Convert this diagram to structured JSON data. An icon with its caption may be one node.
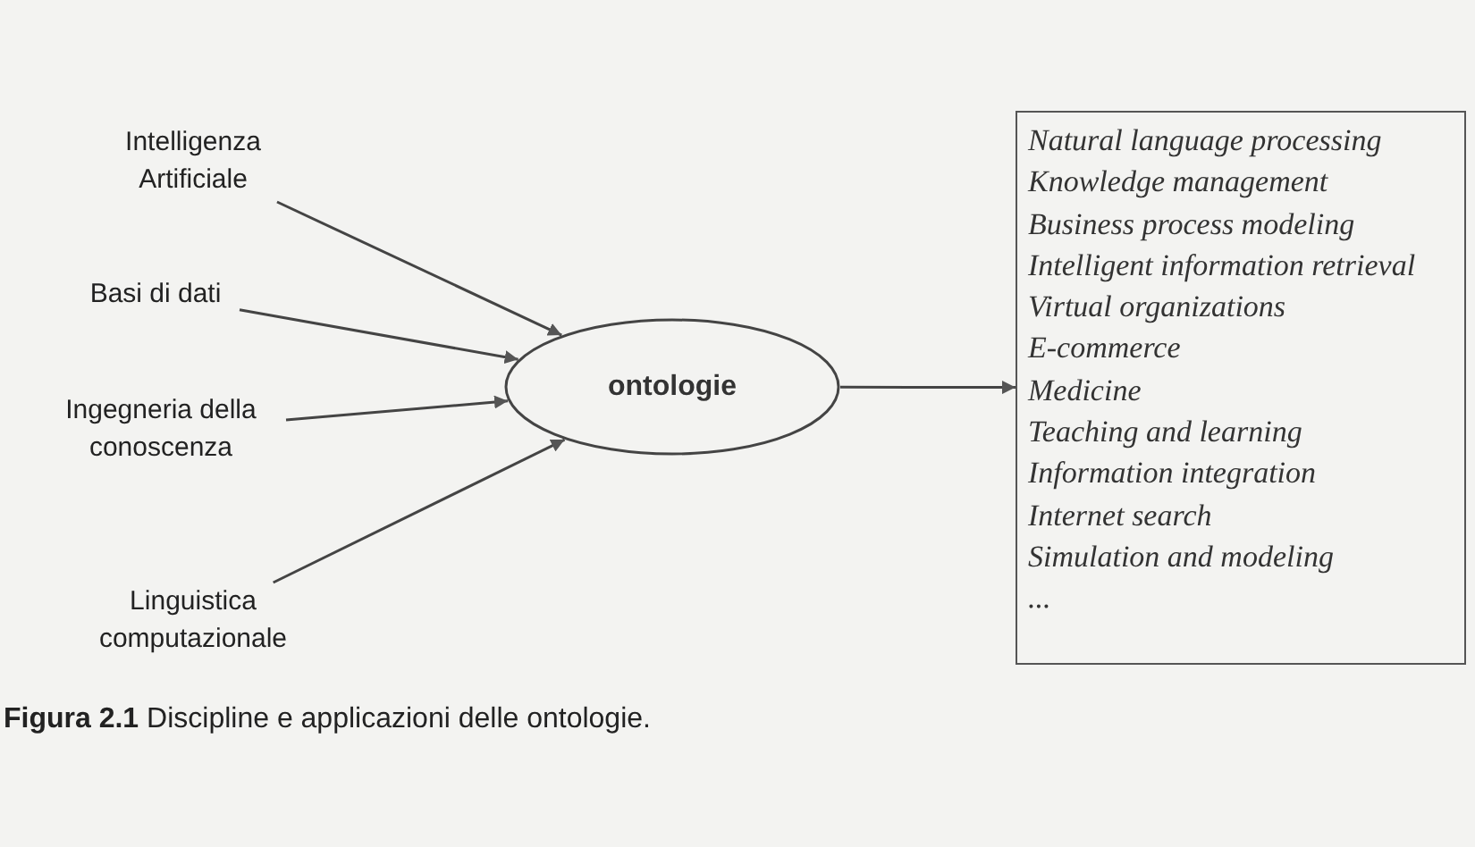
{
  "diagram": {
    "caption": "**Figura 2.1** Discipline e applicazioni delle ontologie.",
    "nodes": [
      {
        "text": [
          "Intelligenza Artificiale"
        ]
      },
      {
        "text": [
          "Basi di dati"
        ]
      },
      {
        "text": [
          "Ingegneria della conoscenza"
        ]
      },
      {
        "text": [
          "Linguistica computazionale"
        ]
      },
      {
        "text": [
          "ontologie"
        ]
      },
      {
        "text": [
          "Natural language processing",
          "Knowledge management",
          "Business process modeling",
          "Intelligent information retrieval",
          "Virtual organizations",
          "E-commerce",
          "Medicine",
          "Teaching and learning",
          "Information integration",
          "Internet search",
          "Simulation and modeling",
          "..."
        ]
      }
    ],
    "edges": [
      {
        "from": 0,
        "to": 4,
        "arrow": "to"
      },
      {
        "from": 1,
        "to": 4,
        "arrow": "to"
      },
      {
        "from": 2,
        "to": 4,
        "arrow": "to"
      },
      {
        "from": 3,
        "to": 4,
        "arrow": "to"
      },
      {
        "from": 4,
        "to": 5,
        "arrow": "to"
      }
    ]
  }
}
